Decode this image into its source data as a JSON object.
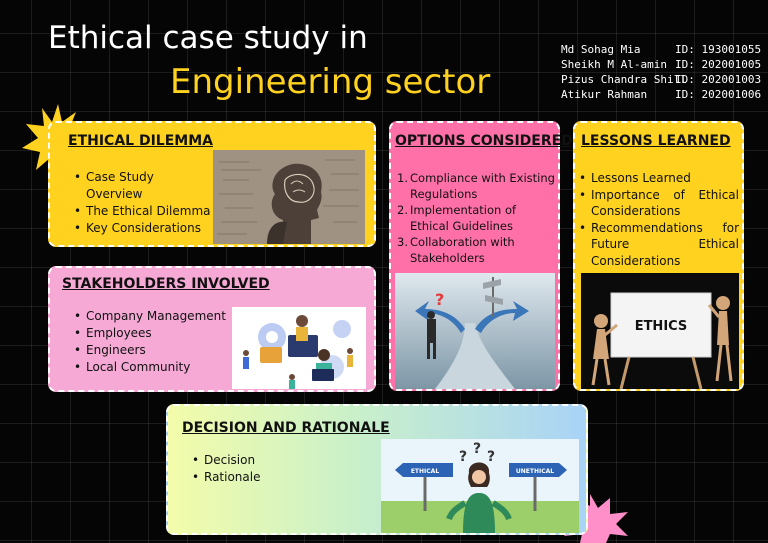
{
  "title": {
    "line1": "Ethical case study in",
    "line2": "Engineering sector"
  },
  "team": [
    {
      "name": "Md Sohag Mia",
      "id": "ID: 193001055"
    },
    {
      "name": "Sheikh  M Al-amin",
      "id": "ID: 202001005"
    },
    {
      "name": "Pizus Chandra Shill",
      "id": "ID: 202001003"
    },
    {
      "name": "Atikur Rahman",
      "id": "ID: 202001006"
    }
  ],
  "dilemma": {
    "heading": "ETHICAL DILEMMA",
    "items": [
      "Case Study Overview",
      "The Ethical Dilemma",
      "Key Considerations"
    ]
  },
  "stakeholders": {
    "heading": "STAKEHOLDERS INVOLVED",
    "items": [
      "Company Management",
      "Employees",
      "Engineers",
      "Local Community"
    ]
  },
  "options": {
    "heading": "OPTIONS CONSIDERED",
    "items": [
      {
        "num": "1.",
        "text": "Compliance with Existing Regulations"
      },
      {
        "num": "2.",
        "text": "Implementation of Ethical Guidelines"
      },
      {
        "num": "3.",
        "text": "Collaboration with Stakeholders"
      }
    ]
  },
  "lessons": {
    "heading": "LESSONS LEARNED",
    "items": [
      "Lessons Learned",
      "Importance of Ethical Considerations",
      "Recommendations for Future Ethical Considerations"
    ],
    "board_text": "ETHICS"
  },
  "decision": {
    "heading": "DECISION AND RATIONALE",
    "items": [
      "Decision",
      "Rationale"
    ],
    "sign_left": "ETHICAL",
    "sign_right": "UNETHICAL"
  },
  "colors": {
    "yellow": "#ffd21f",
    "pink": "#ff6fa8",
    "light_pink": "#f6a9d5",
    "starburst_yellow": "#ffd21f",
    "starburst_pink": "#ff8fc8"
  }
}
